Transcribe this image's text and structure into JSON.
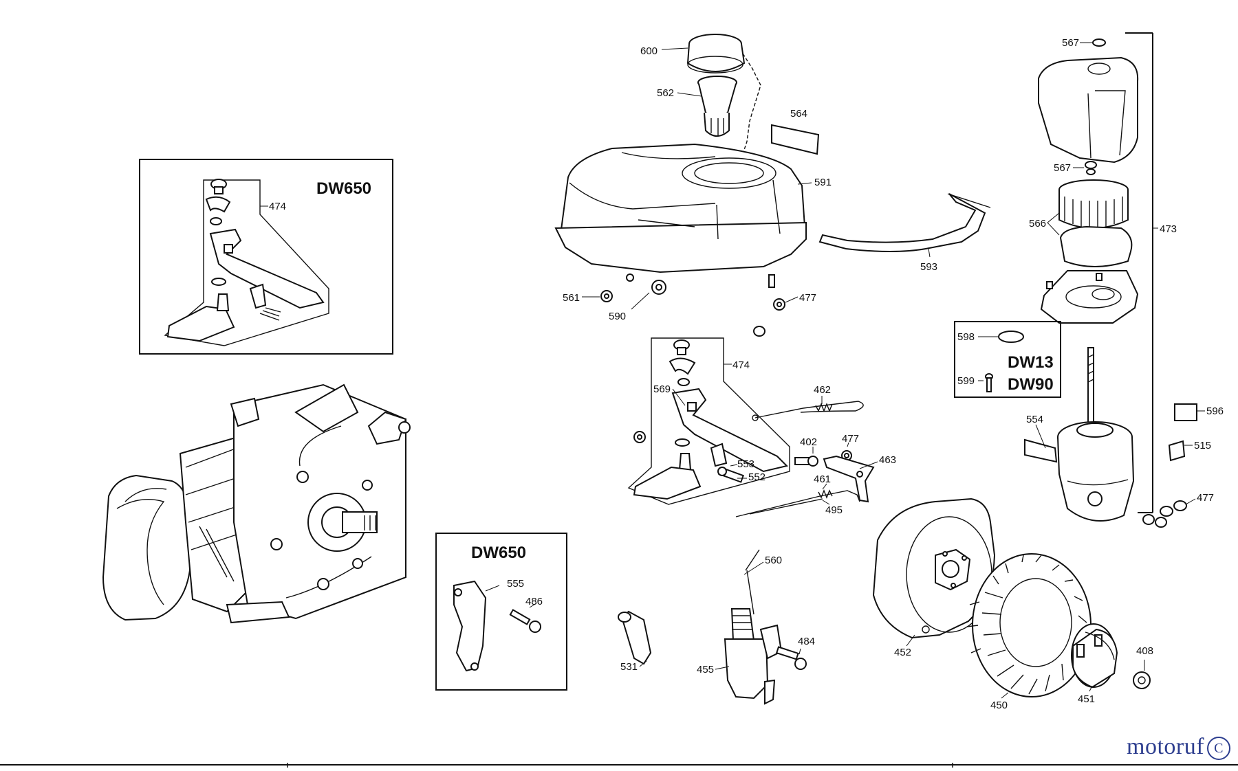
{
  "boxes": {
    "dw650_a": "DW650",
    "dw650_b": "DW650",
    "dw13": "DW13",
    "dw90": "DW90"
  },
  "parts": {
    "p600": "600",
    "p562": "562",
    "p564": "564",
    "p591": "591",
    "p593": "593",
    "p561": "561",
    "p590": "590",
    "p477a": "477",
    "p474a": "474",
    "p474b": "474",
    "p569": "569",
    "p462": "462",
    "p402": "402",
    "p477b": "477",
    "p463": "463",
    "p553": "553",
    "p552": "552",
    "p461": "461",
    "p495": "495",
    "p567a": "567",
    "p567b": "567",
    "p566": "566",
    "p473": "473",
    "p598": "598",
    "p599": "599",
    "p554": "554",
    "p596": "596",
    "p515": "515",
    "p477c": "477",
    "p555": "555",
    "p486": "486",
    "p560": "560",
    "p484": "484",
    "p531": "531",
    "p455": "455",
    "p452": "452",
    "p450": "450",
    "p451": "451",
    "p408": "408"
  },
  "watermark": {
    "text": "motoruf",
    "mark": "C"
  },
  "icons": [
    "engine-block",
    "fuel-tank",
    "fuel-cap",
    "air-filter-cover",
    "ignition-coil",
    "flywheel",
    "cooling-fan",
    "starter-cup"
  ]
}
